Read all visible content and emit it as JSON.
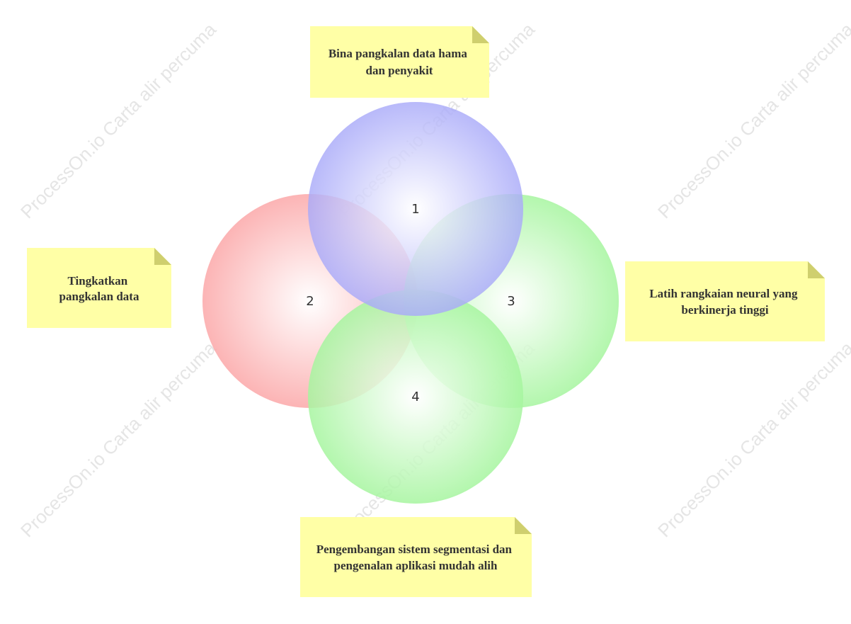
{
  "colors": {
    "blue": "#a9aaf9",
    "red": "#fba7a8",
    "green": "#a6f59f",
    "green_dark": "#90f38a",
    "note_fill": "#ffffa6",
    "note_fold": "#cfcf6e",
    "text": "#333333"
  },
  "watermark": "ProcessOn.io Carta alir percuma",
  "circles": [
    {
      "label": "1",
      "color_key": "blue"
    },
    {
      "label": "2",
      "color_key": "red"
    },
    {
      "label": "3",
      "color_key": "green"
    },
    {
      "label": "4",
      "color_key": "green"
    }
  ],
  "notes": {
    "top": {
      "lines": [
        "Bina pangkalan data hama",
        "dan penyakit"
      ]
    },
    "left": {
      "lines": [
        "Tingkatkan",
        "pangkalan data"
      ]
    },
    "right": {
      "lines": [
        "Latih rangkaian neural yang",
        "berkinerja tinggi"
      ]
    },
    "bottom": {
      "lines": [
        "Pengembangan sistem segmentasi dan",
        "pengenalan aplikasi mudah alih"
      ]
    }
  }
}
